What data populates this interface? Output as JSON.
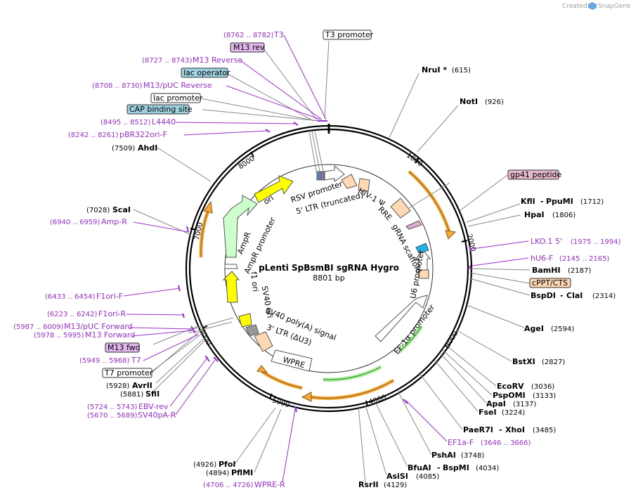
{
  "watermark": {
    "prefix": "Created by",
    "brand": "SnapGene"
  },
  "plasmid": {
    "name": "pLenti SpBsmBI sgRNA Hygro",
    "size": "8801 bp"
  },
  "colors": {
    "primer": "#9a2fd0",
    "enzyme": "#000000",
    "orange": "#f4a93a",
    "yellow": "#ffff00",
    "green": "#33aa33",
    "peach": "#ffd9b3"
  },
  "ticks": [
    {
      "label": "1000"
    },
    {
      "label": "2000"
    },
    {
      "label": "3000"
    },
    {
      "label": "4000"
    },
    {
      "label": "5000"
    },
    {
      "label": "6000"
    },
    {
      "label": "7000"
    },
    {
      "label": "8000"
    }
  ],
  "enzymes": [
    {
      "name": "NruI *",
      "pos": "(615)"
    },
    {
      "name": "NotI",
      "pos": "(926)"
    },
    {
      "name": "KflI",
      "name2": "PpuMI",
      "pos": "(1712)"
    },
    {
      "name": "HpaI",
      "pos": "(1806)"
    },
    {
      "name": "BamHI",
      "pos": "(2187)"
    },
    {
      "name": "BspDI",
      "name2": "ClaI",
      "pos": "(2314)"
    },
    {
      "name": "AgeI",
      "pos": "(2594)"
    },
    {
      "name": "BstXI",
      "pos": "(2827)"
    },
    {
      "name": "EcoRV",
      "pos": "(3036)"
    },
    {
      "name": "PspOMI",
      "pos": "(3133)"
    },
    {
      "name": "ApaI",
      "pos": "(3137)"
    },
    {
      "name": "FseI",
      "pos": "(3224)"
    },
    {
      "name": "PaeR7I",
      "name2": "XhoI",
      "pos": "(3485)"
    },
    {
      "name": "PshAI",
      "pos": "(3748)"
    },
    {
      "name": "BfuAI",
      "name2": "BspMI",
      "pos": "(4034)"
    },
    {
      "name": "AsiSI",
      "pos": "(4085)"
    },
    {
      "name": "RsrII",
      "pos": "(4129)"
    },
    {
      "name": "PfoI",
      "pos": "(4926)"
    },
    {
      "name": "PflMI",
      "pos": "(4894)"
    },
    {
      "name": "SfiI",
      "pos": "(5881)"
    },
    {
      "name": "AvrII",
      "pos": "(5928)"
    },
    {
      "name": "ScaI",
      "pos": "(7028)"
    },
    {
      "name": "AhdI",
      "pos": "(7509)"
    }
  ],
  "primers": [
    {
      "name": "T3",
      "pos": "(8762 .. 8782)"
    },
    {
      "name": "M13 Reverse",
      "pos": "(8727 .. 8743)"
    },
    {
      "name": "M13/pUC Reverse",
      "pos": "(8708 .. 8730)"
    },
    {
      "name": "L4440",
      "pos": "(8495 .. 8512)"
    },
    {
      "name": "pBR322ori-F",
      "pos": "(8242 .. 8261)"
    },
    {
      "name": "Amp-R",
      "pos": "(6940 .. 6959)"
    },
    {
      "name": "F1ori-F",
      "pos": "(6433 .. 6454)"
    },
    {
      "name": "F1ori-R",
      "pos": "(6223 .. 6242)"
    },
    {
      "name": "M13/pUC Forward",
      "pos": "(5987 .. 6009)"
    },
    {
      "name": "M13 Forward",
      "pos": "(5978 .. 5995)"
    },
    {
      "name": "T7",
      "pos": "(5949 .. 5968)"
    },
    {
      "name": "EBV-rev",
      "pos": "(5724 .. 5743)"
    },
    {
      "name": "SV40pA-R",
      "pos": "(5670 .. 5689)"
    },
    {
      "name": "WPRE-R",
      "pos": "(4706 .. 4726)"
    },
    {
      "name": "EF1a-F",
      "pos": "(3646 .. 3666)"
    },
    {
      "name": "LKO.1 5'",
      "pos": "(1975 .. 1994)"
    },
    {
      "name": "hU6-F",
      "pos": "(2145 .. 2165)"
    }
  ],
  "boxed_labels": [
    {
      "name": "T3 promoter"
    },
    {
      "name": "M13 rev"
    },
    {
      "name": "lac operator"
    },
    {
      "name": "lac promoter"
    },
    {
      "name": "CAP binding site"
    },
    {
      "name": "gp41 peptide"
    },
    {
      "name": "cPPT/CTS"
    },
    {
      "name": "M13 fwd"
    },
    {
      "name": "T7 promoter"
    }
  ],
  "inner_features": [
    {
      "name": "RSV promoter"
    },
    {
      "name": "5' LTR (truncated)"
    },
    {
      "name": "HIV-1 Ψ"
    },
    {
      "name": "RRE"
    },
    {
      "name": "gRNA scaffold"
    },
    {
      "name": "U6 promoter"
    },
    {
      "name": "EF-1α promoter"
    },
    {
      "name": "WPRE"
    },
    {
      "name": "3' LTR (ΔU3)"
    },
    {
      "name": "SV40 poly(A) signal"
    },
    {
      "name": "SV40 ori"
    },
    {
      "name": "f1 ori"
    },
    {
      "name": "AmpR promoter"
    },
    {
      "name": "AmpR"
    },
    {
      "name": "ori"
    }
  ]
}
